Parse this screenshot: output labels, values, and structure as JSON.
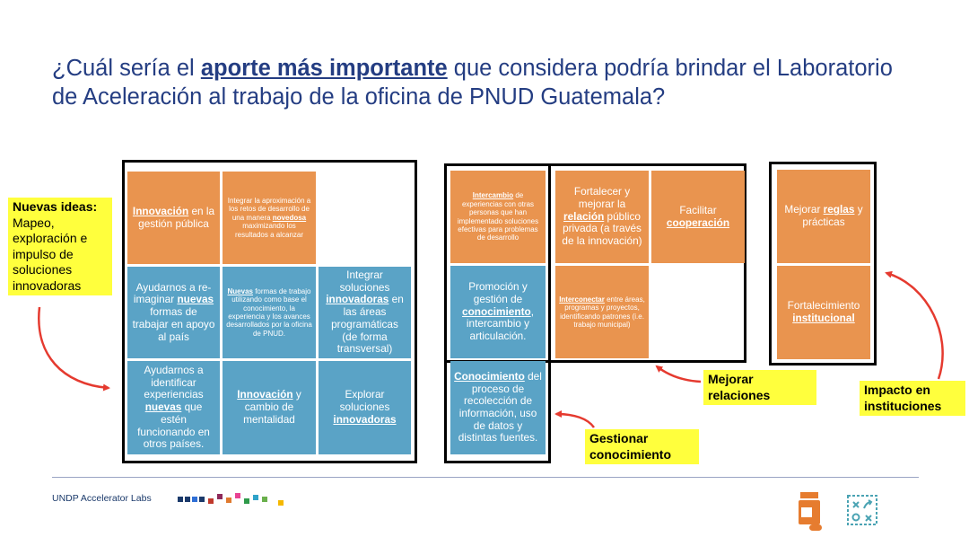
{
  "title": {
    "part1": "¿Cuál sería el ",
    "emphasis": "aporte más importante",
    "part2": " que considera podría brindar el Laboratorio de Aceleración al trabajo de la oficina de PNUD Guatemala?"
  },
  "group_new_ideas": {
    "note_heading": "Nuevas ideas:",
    "note_text": "Mapeo, exploración e impulso de soluciones innovadoras",
    "cards": [
      {
        "pre": "",
        "u": "Innovación",
        "post": " en la gestión pública"
      },
      {
        "pre": "Integrar la aproximación a los retos de desarrollo de una manera ",
        "u": "novedosa",
        "post": " maximizando los resultados a alcanzar"
      },
      {
        "pre": "Ayudarnos a re-imaginar ",
        "u": "nuevas",
        "post": " formas de trabajar en apoyo al país"
      },
      {
        "pre": "",
        "u": "Nuevas",
        "post": " formas de trabajo utilizando como base el conocimiento, la experiencia y los avances desarrollados por la oficina de PNUD."
      },
      {
        "pre": "Integrar soluciones ",
        "u": "innovadoras",
        "post": " en las áreas programáticas (de forma transversal)"
      },
      {
        "pre": "Ayudarnos a identificar experiencias ",
        "u": "nuevas",
        "post": " que estén funcionando en otros países."
      },
      {
        "pre": "",
        "u": "Innovación",
        "post": " y cambio de mentalidad"
      },
      {
        "pre": "Explorar soluciones ",
        "u": "innovadoras",
        "post": ""
      }
    ]
  },
  "group_relations": {
    "note_relations": "Mejorar relaciones",
    "note_knowledge": "Gestionar conocimiento",
    "cards": [
      {
        "pre": "",
        "u": "Intercambio",
        "post": " de experiencias con otras personas que han implementado soluciones efectivas para problemas de desarrollo"
      },
      {
        "pre": "Fortalecer y mejorar la ",
        "u": "relación",
        "post": " público privada (a través de la innovación)"
      },
      {
        "pre": "Facilitar ",
        "u": "cooperación",
        "post": ""
      },
      {
        "pre": "Promoción y gestión de ",
        "u": "conocimiento",
        "post": ", intercambio y articulación."
      },
      {
        "pre": "",
        "u": "Interconectar",
        "post": " entre áreas, programas y proyectos, identificando patrones (i.e. trabajo municipal)"
      },
      {
        "pre": "",
        "u": "Conocimiento",
        "post": " del proceso de recolección de información, uso de datos y distintas fuentes."
      }
    ]
  },
  "group_institutions": {
    "note": "Impacto en instituciones",
    "cards": [
      {
        "pre": "Mejorar ",
        "u": "reglas",
        "post": " y prácticas"
      },
      {
        "pre": "Fortalecimiento ",
        "u": "institucional",
        "post": ""
      }
    ]
  },
  "footer": {
    "brand": "UNDP Accelerator Labs"
  },
  "icons": [
    "pill-bottle-icon",
    "strategy-board-icon"
  ],
  "colors": {
    "title": "#243d82",
    "orange": "#e9944f",
    "blue": "#5aa3c6",
    "note_yellow": "#ffff3d",
    "arrow_red": "#e53a2f",
    "icon_orange": "#e67c2f",
    "icon_teal": "#4aa3b3"
  }
}
